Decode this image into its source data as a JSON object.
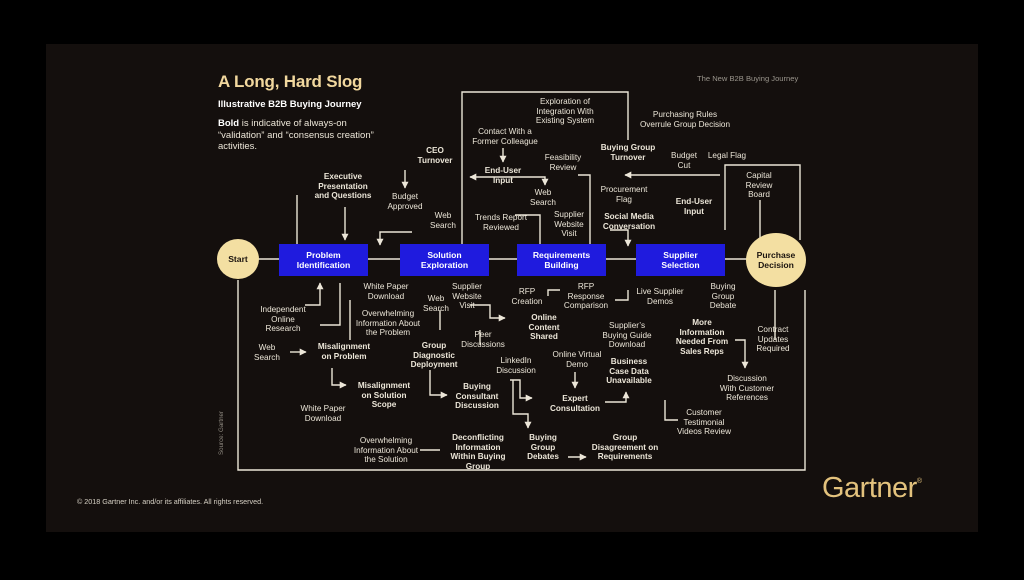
{
  "title": "A Long, Hard Slog",
  "subtitle": "Illustrative B2B Buying Journey",
  "legend": {
    "bold_word": "Bold",
    "rest": " is indicative of always-on “validation” and “consensus creation” activities."
  },
  "journey_label": "The New B2B Buying Journey",
  "copyright": "© 2018 Gartner Inc. and/or its affiliates. All rights reserved.",
  "source": "Source: Gartner",
  "logo": {
    "text": "Gartner",
    "mark": "®"
  },
  "colors": {
    "background": "#140f0d",
    "stage": "#1f1bde",
    "endpoint": "#f3dfa2",
    "text": "#ece6d8",
    "title": "#f2d89e",
    "logo": "#e3c27d"
  },
  "nodes": {
    "start": "Start",
    "purchase_decision": "Purchase\nDecision",
    "problem_identification": "Problem\nIdentification",
    "solution_exploration": "Solution\nExploration",
    "requirements_building": "Requirements\nBuilding",
    "supplier_selection": "Supplier\nSelection"
  },
  "activities": {
    "ceo_turnover": "CEO\nTurnover",
    "executive_presentation": "Executive\nPresentation\nand Questions",
    "budget_approved": "Budget\nApproved",
    "web_search_top": "Web\nSearch",
    "exploration_integration": "Exploration of\nIntegration With\nExisting System",
    "contact_former_colleague": "Contact With a\nFormer Colleague",
    "end_user_input_1": "End-User\nInput",
    "feasibility_review": "Feasibility\nReview",
    "web_search_mid": "Web\nSearch",
    "trends_report": "Trends Report\nReviewed",
    "supplier_website_visit_top": "Supplier\nWebsite\nVisit",
    "purchasing_rules": "Purchasing Rules\nOverrule Group Decision",
    "buying_group_turnover": "Buying Group\nTurnover",
    "budget_cut": "Budget\nCut",
    "legal_flag": "Legal Flag",
    "procurement_flag": "Procurement\nFlag",
    "end_user_input_2": "End-User\nInput",
    "social_media": "Social Media\nConversation",
    "capital_review": "Capital\nReview\nBoard",
    "white_paper_download_1": "White Paper\nDownload",
    "web_search_low": "Web\nSearch",
    "supplier_website_visit_low": "Supplier\nWebsite\nVisit",
    "rfp_creation": "RFP\nCreation",
    "rfp_response": "RFP\nResponse\nComparison",
    "live_demos": "Live Supplier\nDemos",
    "buying_group_debate": "Buying\nGroup\nDebate",
    "independent_research": "Independent\nOnline\nResearch",
    "overwhelming_problem": "Overwhelming\nInformation About\nthe Problem",
    "online_content_shared": "Online\nContent\nShared",
    "suppliers_guide": "Supplier’s\nBuying Guide\nDownload",
    "more_information": "More\nInformation\nNeeded From\nSales Reps",
    "contract_updates": "Contract\nUpdates\nRequired",
    "web_search_left": "Web\nSearch",
    "misalignment_problem": "Misalignment\non Problem",
    "peer_discussions": "Peer\nDiscussions",
    "group_diagnostic": "Group\nDiagnostic\nDeployment",
    "online_virtual_demo": "Online Virtual\nDemo",
    "business_case": "Business\nCase Data\nUnavailable",
    "linkedin_discussion": "LinkedIn\nDiscussion",
    "misalignment_solution": "Misalignment\non Solution\nScope",
    "buying_consultant": "Buying\nConsultant\nDiscussion",
    "expert_consultation": "Expert\nConsultation",
    "discussion_customer_refs": "Discussion\nWith Customer\nReferences",
    "white_paper_download_2": "White Paper\nDownload",
    "customer_testimonial": "Customer\nTestimonial\nVideos Review",
    "overwhelming_solution": "Overwhelming\nInformation About\nthe Solution",
    "deconflicting": "Deconflicting\nInformation\nWithin Buying\nGroup",
    "buying_group_debates": "Buying\nGroup\nDebates",
    "group_disagreement": "Group\nDisagreement on\nRequirements"
  }
}
